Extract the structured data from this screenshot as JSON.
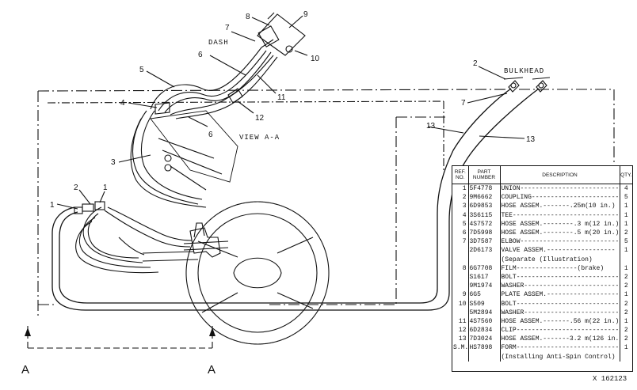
{
  "labels": {
    "dash": "DASH",
    "bulkhead": "BULKHEAD",
    "view": "VIEW A-A",
    "section_left": "A",
    "section_right": "A"
  },
  "callouts": {
    "c1": "1",
    "c2": "2",
    "c3": "3",
    "c4": "4",
    "c5": "5",
    "c6": "6",
    "c7": "7",
    "c8": "8",
    "c9": "9",
    "c10": "10",
    "c11": "11",
    "c12": "12",
    "c13": "13"
  },
  "table": {
    "headers": {
      "ref": "REF. NO.",
      "part": "PART NUMBER",
      "desc": "DESCRIPTION",
      "qty": "QTY."
    },
    "rows": [
      {
        "ref": "1",
        "part": "5F4778",
        "desc": "UNION-----------------------------",
        "qty": "4"
      },
      {
        "ref": "2",
        "part": "9M6662",
        "desc": "COUPLING--------------------------",
        "qty": "5"
      },
      {
        "ref": "3",
        "part": "6D9853",
        "desc": "HOSE ASSEM.-------.25m(10 in.)",
        "qty": "1"
      },
      {
        "ref": "4",
        "part": "3S6115",
        "desc": "TEE-------------------------------",
        "qty": "1"
      },
      {
        "ref": "5",
        "part": "4S7572",
        "desc": "HOSE ASSEM.--------.3 m(12 in.)",
        "qty": "1"
      },
      {
        "ref": "6",
        "part": "7D5998",
        "desc": "HOSE ASSEM.--------.5 m(20 in.)",
        "qty": "2"
      },
      {
        "ref": "7",
        "part": "3D7587",
        "desc": "ELBOW-----------------------------",
        "qty": "5"
      },
      {
        "ref": "",
        "part": "2D6173",
        "desc": "VALVE ASSEM.------------------",
        "qty": "1"
      },
      {
        "ref": "",
        "part": "",
        "desc": "(Separate (Illustration)",
        "qty": ""
      },
      {
        "ref": "8",
        "part": "6G7708",
        "desc": "FILM----------------(brake)",
        "qty": "1"
      },
      {
        "ref": "",
        "part": "S1617",
        "desc": "BOLT------------------------------",
        "qty": "2"
      },
      {
        "ref": "",
        "part": "9M1974",
        "desc": "WASHER----------------------------",
        "qty": "2"
      },
      {
        "ref": "9",
        "part": "6G5",
        "desc": "PLATE ASSEM.----------------------",
        "qty": "1"
      },
      {
        "ref": "10",
        "part": "S509",
        "desc": "BOLT------------------------------",
        "qty": "2"
      },
      {
        "ref": "",
        "part": "5M2894",
        "desc": "WASHER----------------------------",
        "qty": "2"
      },
      {
        "ref": "11",
        "part": "4S7560",
        "desc": "HOSE ASSEM.-------.56 m(22 in.)",
        "qty": "1"
      },
      {
        "ref": "12",
        "part": "6D2834",
        "desc": "CLIP------------------------------",
        "qty": "2"
      },
      {
        "ref": "13",
        "part": "7D3024",
        "desc": "HOSE ASSEM.-------3.2 m(126 in.)",
        "qty": "2"
      },
      {
        "ref": "S.M.",
        "part": "HS7898",
        "desc": "FORM------------------------------",
        "qty": "1"
      },
      {
        "ref": "",
        "part": "",
        "desc": "(Installing Anti-Spin Control)",
        "qty": ""
      }
    ]
  },
  "figure_number": "X 162123"
}
